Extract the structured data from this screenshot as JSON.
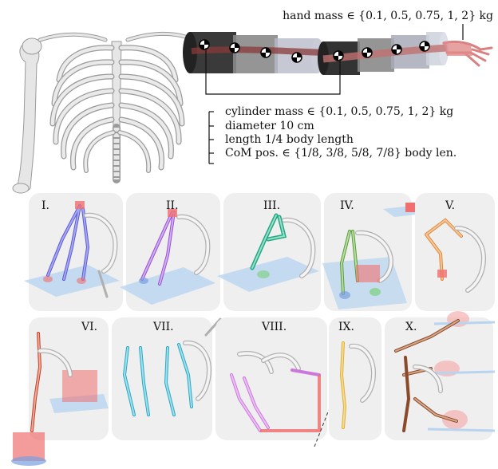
{
  "annotations": {
    "hand_mass": "hand mass ∈ {0.1, 0.5, 0.75, 1, 2} kg",
    "cylinder_mass": "cylinder mass ∈ {0.1, 0.5, 0.75, 1, 2} kg",
    "diameter": "diameter 10 cm",
    "length": "length 1/4 body length",
    "com_pos": "CoM pos. ∈ {1/8, 3/8, 5/8, 7/8} body len."
  },
  "panels": [
    {
      "label": "I.",
      "color": "#5a5ad8"
    },
    {
      "label": "II.",
      "color": "#9a4fd8"
    },
    {
      "label": "III.",
      "color": "#22a884"
    },
    {
      "label": "IV.",
      "color": "#5a9a3a"
    },
    {
      "label": "V.",
      "color": "#e0883a"
    },
    {
      "label": "VI.",
      "color": "#c0442a"
    },
    {
      "label": "VII.",
      "color": "#2aa8c0"
    },
    {
      "label": "VIII.",
      "color": "#cc77dd"
    },
    {
      "label": "IX.",
      "color": "#e0b030"
    },
    {
      "label": "X.",
      "color": "#8a4a2a"
    }
  ],
  "colors": {
    "panel_bg": "#efefef",
    "bone": "#e6e6e6",
    "bone_edge": "#9a9a9a",
    "marker": "#f07070",
    "floor": "#b8d4f0",
    "hand": "#d98080"
  }
}
